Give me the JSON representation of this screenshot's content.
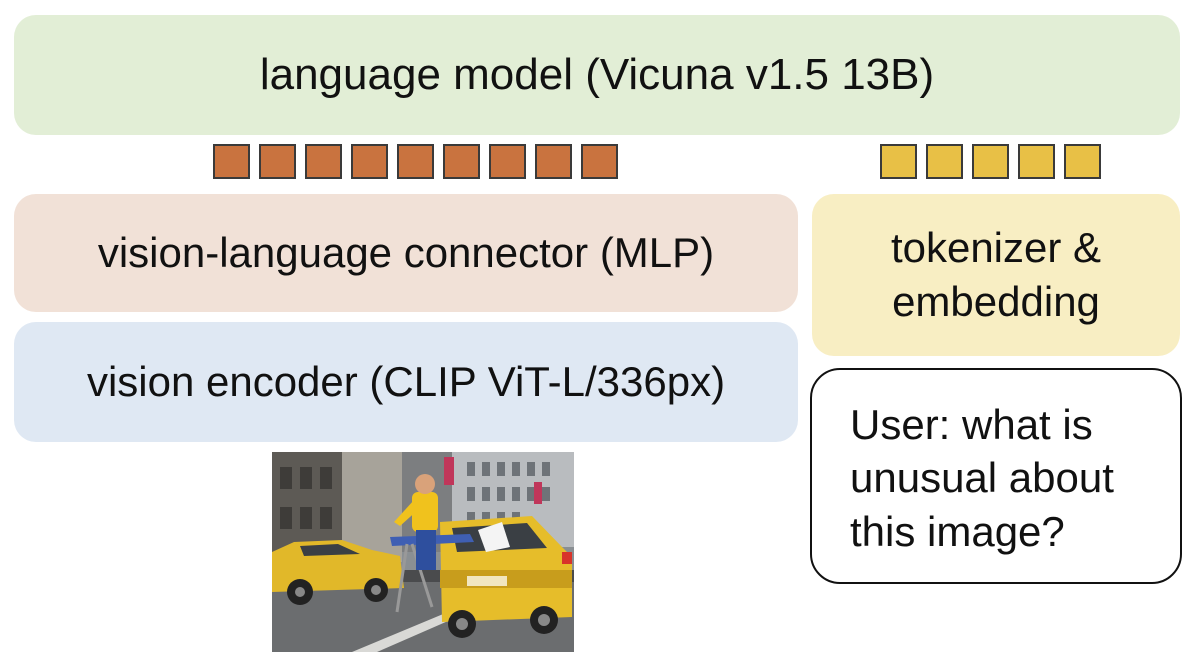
{
  "language_model": {
    "label": "language model (Vicuna v1.5 13B)",
    "color": "#e2eed6"
  },
  "connector": {
    "label": "vision-language connector (MLP)",
    "color": "#f1e1d7"
  },
  "vision_encoder": {
    "label": "vision encoder (CLIP ViT-L/336px)",
    "color": "#dfe8f3"
  },
  "tokenizer": {
    "line1": "tokenizer &",
    "line2": "embedding",
    "color": "#f8eec3"
  },
  "prompt": {
    "line1": "User: what is",
    "line2": "unusual about",
    "line3": "this image?"
  },
  "visual_tokens": {
    "count": 9,
    "color": "#c9733f"
  },
  "text_tokens": {
    "count": 5,
    "color": "#e8c046"
  },
  "photo_icon": "taxi-ironing-photo"
}
